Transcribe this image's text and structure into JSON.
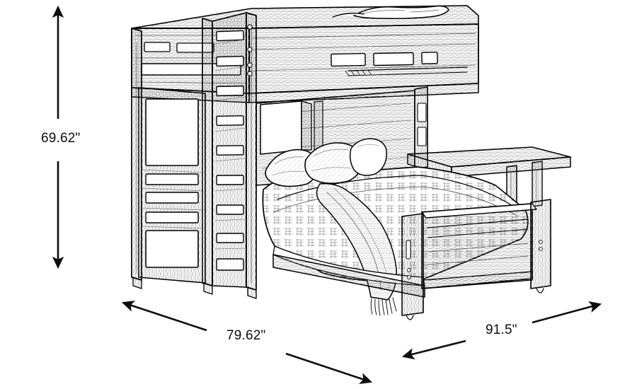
{
  "figure": {
    "kind": "product-dimension-line-drawing",
    "subject": "Twin over Full L-shaped loft bunk bed with ladder, desk shelf, pillows, comforter and fringed throw",
    "style": "black-and-white pen-and-ink line art with wood grain hatching",
    "background_color": "#ffffff",
    "line_color": "#000000",
    "text_color": "#0d0d0d"
  },
  "dimensions": {
    "height": {
      "label": "69.62\"",
      "value": 69.62,
      "unit": "in",
      "axis": "vertical",
      "arrow_style": "double-headed, broken for label"
    },
    "width": {
      "label": "79.62\"",
      "value": 79.62,
      "unit": "in",
      "axis": "diagonal-down-right",
      "arrow_style": "double-headed, broken for label"
    },
    "depth": {
      "label": "91.5\"",
      "value": 91.5,
      "unit": "in",
      "axis": "diagonal-up-right",
      "arrow_style": "double-headed, broken for label"
    }
  },
  "chart_data": {
    "type": "table",
    "title": "",
    "categories": [
      "Height",
      "Width",
      "Depth"
    ],
    "values": [
      69.62,
      79.62,
      91.5
    ],
    "labels": [
      "69.62\"",
      "79.62\"",
      "91.5\""
    ],
    "unit": "inches",
    "xlabel": "",
    "ylabel": ""
  }
}
